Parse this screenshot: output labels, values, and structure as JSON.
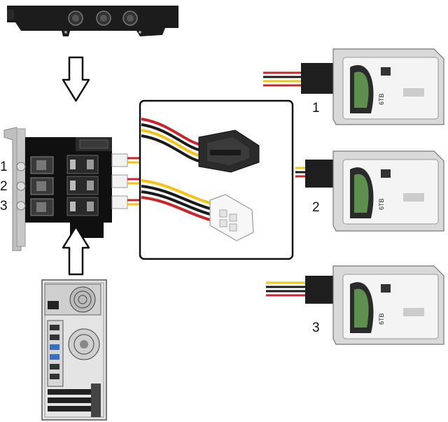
{
  "switch_labels": [
    "1",
    "2",
    "3"
  ],
  "drive_labels": [
    "1",
    "2",
    "3"
  ],
  "drive_capacity": "6TB",
  "colors": {
    "wire_red": "#c8262c",
    "wire_yellow": "#f2c417",
    "wire_black": "#1a1a1a",
    "bracket": "#1c1c1c",
    "pcb": "#101010",
    "arrow_outline": "#111111"
  },
  "icons": [
    "pci-bracket-icon",
    "arrow-down-icon",
    "arrow-up-icon",
    "pc-tower-icon",
    "sata-connector-icon",
    "molex-connector-icon",
    "hard-drive-icon"
  ]
}
